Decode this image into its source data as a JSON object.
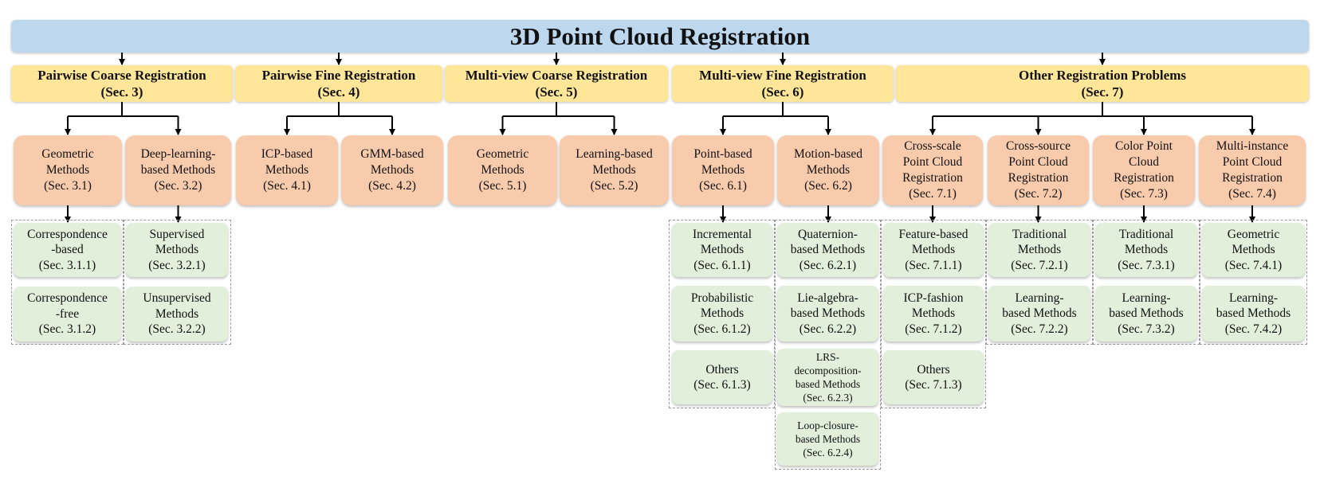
{
  "title": "3D Point Cloud Registration",
  "categories": [
    {
      "key": "pcr",
      "label": "Pairwise Coarse Registration\n(Sec. 3)"
    },
    {
      "key": "pfr",
      "label": "Pairwise Fine Registration\n(Sec. 4)"
    },
    {
      "key": "mcr",
      "label": "Multi-view Coarse Registration\n(Sec. 5)"
    },
    {
      "key": "mfr",
      "label": "Multi-view Fine Registration\n(Sec. 6)"
    },
    {
      "key": "orp",
      "label": "Other Registration Problems\n(Sec. 7)"
    }
  ],
  "subcategories": [
    {
      "key": "s31",
      "label": "Geometric\nMethods\n(Sec. 3.1)"
    },
    {
      "key": "s32",
      "label": "Deep-learning-\nbased Methods\n(Sec. 3.2)"
    },
    {
      "key": "s41",
      "label": "ICP-based\nMethods\n(Sec. 4.1)"
    },
    {
      "key": "s42",
      "label": "GMM-based\nMethods\n(Sec. 4.2)"
    },
    {
      "key": "s51",
      "label": "Geometric\nMethods\n(Sec. 5.1)"
    },
    {
      "key": "s52",
      "label": "Learning-based\nMethods\n(Sec. 5.2)"
    },
    {
      "key": "s61",
      "label": "Point-based\nMethods\n(Sec. 6.1)"
    },
    {
      "key": "s62",
      "label": "Motion-based\nMethods\n(Sec. 6.2)"
    },
    {
      "key": "s71",
      "label": "Cross-scale\nPoint Cloud\nRegistration\n(Sec. 7.1)"
    },
    {
      "key": "s72",
      "label": "Cross-source\nPoint Cloud\nRegistration\n(Sec. 7.2)"
    },
    {
      "key": "s73",
      "label": "Color Point\nCloud\nRegistration\n(Sec. 7.3)"
    },
    {
      "key": "s74",
      "label": "Multi-instance\nPoint Cloud\nRegistration\n(Sec. 7.4)"
    }
  ],
  "leaves": [
    {
      "key": "l311",
      "label": "Correspondence\n-based\n(Sec. 3.1.1)"
    },
    {
      "key": "l312",
      "label": "Correspondence\n-free\n(Sec. 3.1.2)"
    },
    {
      "key": "l321",
      "label": "Supervised\nMethods\n(Sec. 3.2.1)"
    },
    {
      "key": "l322",
      "label": "Unsupervised\nMethods\n(Sec. 3.2.2)"
    },
    {
      "key": "l611",
      "label": "Incremental\nMethods\n(Sec. 6.1.1)"
    },
    {
      "key": "l612",
      "label": "Probabilistic\nMethods\n(Sec. 6.1.2)"
    },
    {
      "key": "l613",
      "label": "Others\n(Sec. 6.1.3)"
    },
    {
      "key": "l621",
      "label": "Quaternion-\nbased Methods\n(Sec. 6.2.1)"
    },
    {
      "key": "l622",
      "label": "Lie-algebra-\nbased Methods\n(Sec. 6.2.2)"
    },
    {
      "key": "l623",
      "label": "LRS-\ndecomposition-\nbased Methods\n(Sec. 6.2.3)"
    },
    {
      "key": "l624",
      "label": "Loop-closure-\nbased Methods\n(Sec. 6.2.4)"
    },
    {
      "key": "l711",
      "label": "Feature-based\nMethods\n(Sec. 7.1.1)"
    },
    {
      "key": "l712",
      "label": "ICP-fashion\nMethods\n(Sec. 7.1.2)"
    },
    {
      "key": "l713",
      "label": "Others\n(Sec. 7.1.3)"
    },
    {
      "key": "l721",
      "label": "Traditional\nMethods\n(Sec. 7.2.1)"
    },
    {
      "key": "l722",
      "label": "Learning-\nbased Methods\n(Sec. 7.2.2)"
    },
    {
      "key": "l731",
      "label": "Traditional\nMethods\n(Sec. 7.3.1)"
    },
    {
      "key": "l732",
      "label": "Learning-\nbased Methods\n(Sec. 7.3.2)"
    },
    {
      "key": "l741",
      "label": "Geometric\nMethods\n(Sec. 7.4.1)"
    },
    {
      "key": "l742",
      "label": "Learning-\nbased Methods\n(Sec. 7.4.2)"
    }
  ],
  "edges": [
    [
      "title",
      "pcr"
    ],
    [
      "title",
      "pfr"
    ],
    [
      "title",
      "mcr"
    ],
    [
      "title",
      "mfr"
    ],
    [
      "title",
      "orp"
    ],
    [
      "pcr",
      "s31"
    ],
    [
      "pcr",
      "s32"
    ],
    [
      "pfr",
      "s41"
    ],
    [
      "pfr",
      "s42"
    ],
    [
      "mcr",
      "s51"
    ],
    [
      "mcr",
      "s52"
    ],
    [
      "mfr",
      "s61"
    ],
    [
      "mfr",
      "s62"
    ],
    [
      "orp",
      "s71"
    ],
    [
      "orp",
      "s72"
    ],
    [
      "orp",
      "s73"
    ],
    [
      "orp",
      "s74"
    ],
    [
      "s31",
      "l311"
    ],
    [
      "s32",
      "l321"
    ],
    [
      "s61",
      "l611"
    ],
    [
      "s62",
      "l621"
    ],
    [
      "s71",
      "l711"
    ],
    [
      "s72",
      "l721"
    ],
    [
      "s73",
      "l731"
    ],
    [
      "s74",
      "l741"
    ]
  ],
  "colors": {
    "title": "#bdd7ee",
    "category": "#ffe699",
    "subcategory": "#f8cbad",
    "leaf": "#e2efda",
    "arrow": "#000000"
  }
}
